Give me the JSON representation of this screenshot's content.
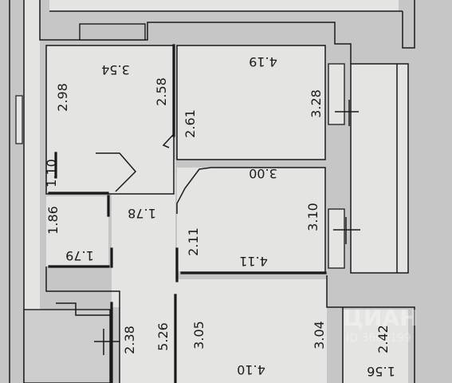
{
  "dimensions": [
    {
      "id": "dim-3-54",
      "text": "3.54",
      "rot": 180
    },
    {
      "id": "dim-4-19",
      "text": "4.19",
      "rot": 180
    },
    {
      "id": "dim-2-98",
      "text": "2.98",
      "rot": -90
    },
    {
      "id": "dim-2-58",
      "text": "2.58",
      "rot": -90
    },
    {
      "id": "dim-2-61",
      "text": "2.61",
      "rot": -90
    },
    {
      "id": "dim-3-28",
      "text": "3.28",
      "rot": -90
    },
    {
      "id": "dim-3-00",
      "text": "3.00",
      "rot": 180
    },
    {
      "id": "dim-1-10",
      "text": "1.10",
      "rot": -90
    },
    {
      "id": "dim-1-78",
      "text": "1.78",
      "rot": 180
    },
    {
      "id": "dim-1-86",
      "text": "1.86",
      "rot": -90
    },
    {
      "id": "dim-3-10",
      "text": "3.10",
      "rot": -90
    },
    {
      "id": "dim-2-11",
      "text": "2.11",
      "rot": -90
    },
    {
      "id": "dim-1-79",
      "text": "1.79",
      "rot": 180
    },
    {
      "id": "dim-4-11",
      "text": "4.11",
      "rot": 180
    },
    {
      "id": "dim-2-38",
      "text": "2.38",
      "rot": -90
    },
    {
      "id": "dim-5-26",
      "text": "5.26",
      "rot": -90
    },
    {
      "id": "dim-3-05",
      "text": "3.05",
      "rot": -90
    },
    {
      "id": "dim-3-04",
      "text": "3.04",
      "rot": -90
    },
    {
      "id": "dim-2-42",
      "text": "2.42",
      "rot": -90
    },
    {
      "id": "dim-4-10",
      "text": "4.10",
      "rot": 180
    },
    {
      "id": "dim-1-56",
      "text": "1.56",
      "rot": 180
    }
  ],
  "watermark": {
    "brand": "ЦИАН",
    "id": "ID 3663199"
  }
}
